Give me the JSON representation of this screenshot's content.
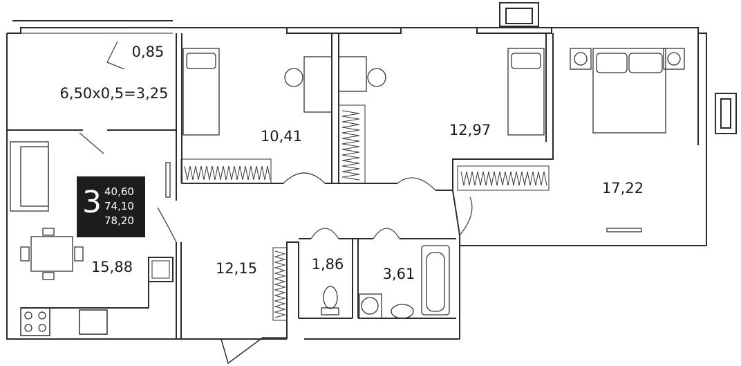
{
  "colors": {
    "wall": "#2b2b2b",
    "line": "#555555",
    "badge_bg": "#1d1d1d",
    "badge_text": "#ffffff"
  },
  "plan": {
    "room_count": "3",
    "areas": [
      "40,60",
      "74,10",
      "78,20"
    ],
    "rooms": {
      "loggia_small": "0,85",
      "loggia": "6,50x0,5=3,25",
      "bedroom_left": "10,41",
      "bedroom_middle": "12,97",
      "bedroom_master": "17,22",
      "kitchen_living": "15,88",
      "hallway": "12,15",
      "toilet": "1,86",
      "bathroom": "3,61"
    }
  }
}
